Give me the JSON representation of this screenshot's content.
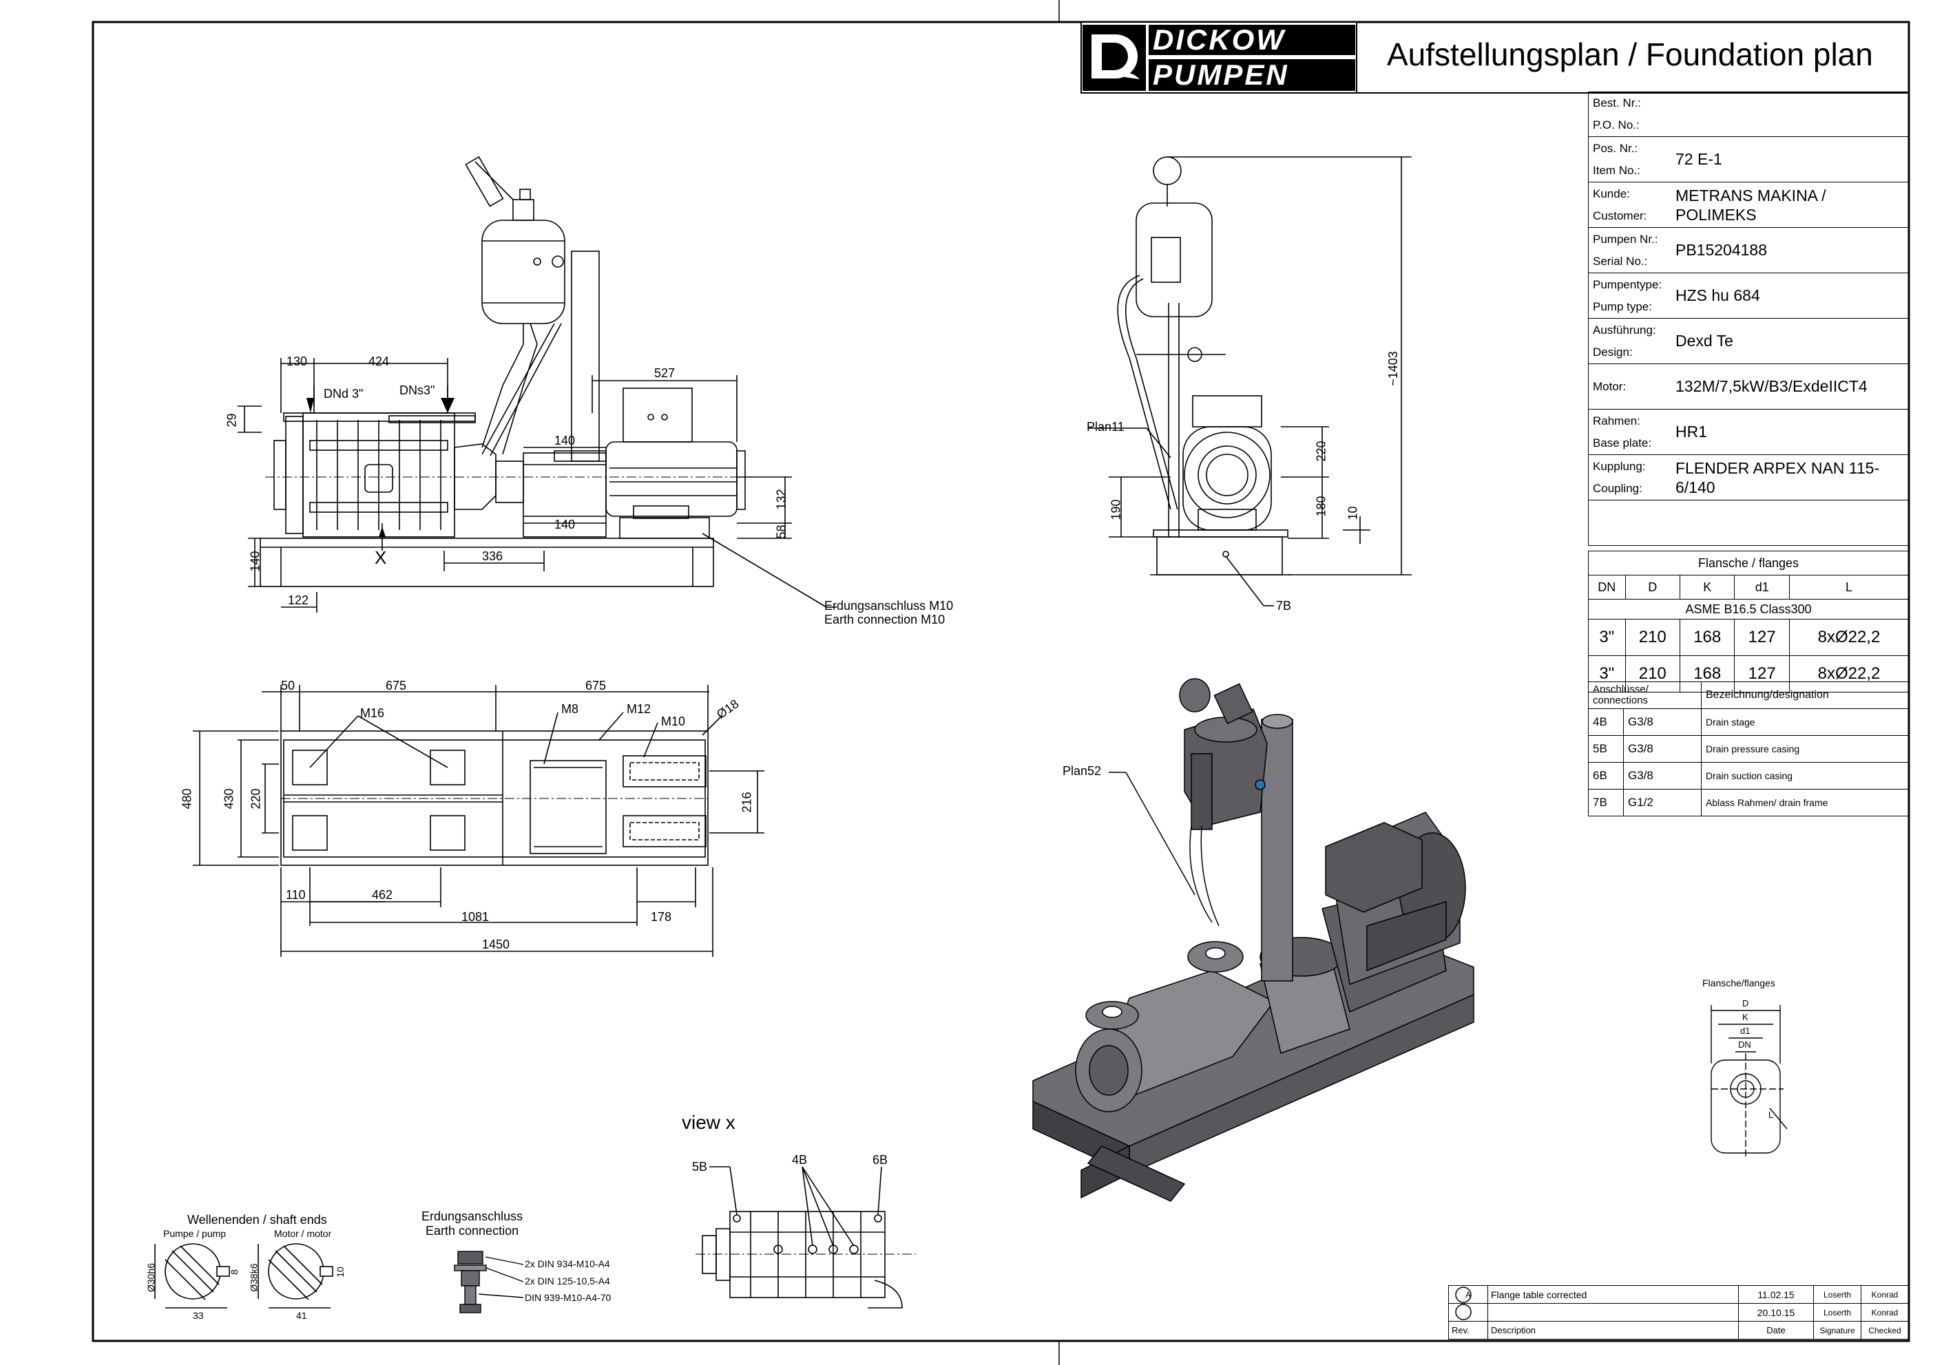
{
  "logo": {
    "line1": "DICKOW",
    "line2": "PUMPEN"
  },
  "title": "Aufstellungsplan / Foundation plan",
  "info_rows": [
    {
      "de": "Best. Nr.:",
      "en": "P.O. No.:",
      "value": ""
    },
    {
      "de": "Pos. Nr.:",
      "en": "Item No.:",
      "value": "72 E-1"
    },
    {
      "de": "Kunde:",
      "en": "Customer:",
      "value": "METRANS MAKINA / POLIMEKS"
    },
    {
      "de": "Pumpen Nr.:",
      "en": "Serial No.:",
      "value": "PB15204188"
    },
    {
      "de": "Pumpentype:",
      "en": "Pump type:",
      "value": "HZS hu 684"
    },
    {
      "de": "Ausführung:",
      "en": "Design:",
      "value": "Dexd Te"
    },
    {
      "de": "Motor:",
      "en": "",
      "value": "132M/7,5kW/B3/ExdeIICT4"
    },
    {
      "de": "Rahmen:",
      "en": "Base plate:",
      "value": "HR1"
    },
    {
      "de": "Kupplung:",
      "en": "Coupling:",
      "value": "FLENDER ARPEX NAN 115-6/140"
    }
  ],
  "flange_table": {
    "title": "Flansche / flanges",
    "headers": [
      "DN",
      "D",
      "K",
      "d1",
      "L"
    ],
    "standard": "ASME B16.5  Class300",
    "rows": [
      [
        "3\"",
        "210",
        "168",
        "127",
        "8xØ22,2"
      ],
      [
        "3\"",
        "210",
        "168",
        "127",
        "8xØ22,2"
      ]
    ]
  },
  "connections": {
    "header1": "Anschlüsse/ connections",
    "header2": "Bezeichnung/designation",
    "rows": [
      {
        "id": "4B",
        "size": "G3/8",
        "desc": "Drain stage"
      },
      {
        "id": "5B",
        "size": "G3/8",
        "desc": "Drain pressure casing"
      },
      {
        "id": "6B",
        "size": "G3/8",
        "desc": "Drain suction casing"
      },
      {
        "id": "7B",
        "size": "G1/2",
        "desc": "Ablass Rahmen/ drain frame"
      }
    ]
  },
  "revisions": {
    "rows": [
      {
        "rev": "A",
        "desc": "Flange table corrected",
        "date": "11.02.15",
        "sig": "Loserth",
        "chk": "Konrad"
      },
      {
        "rev": "",
        "desc": "",
        "date": "20.10.15",
        "sig": "Loserth",
        "chk": "Konrad"
      }
    ],
    "footer": {
      "rev": "Rev.",
      "desc": "Description",
      "date": "Date",
      "sig": "Signature",
      "chk": "Checked"
    }
  },
  "side_view": {
    "dims": [
      "130",
      "424",
      "527",
      "DNd 3\"",
      "DNs3\"",
      "29",
      "140",
      "140",
      "132",
      "58",
      "140",
      "336",
      "122",
      "X"
    ],
    "earth": [
      "Erdungsanschluss M10",
      "Earth connection M10"
    ]
  },
  "front_view": {
    "labels": [
      "Plan11",
      "~1403",
      "220",
      "180",
      "10",
      "190",
      "7B"
    ]
  },
  "base_plan": {
    "dims": [
      "50",
      "675",
      "675",
      "M16",
      "M8",
      "M12",
      "M10",
      "Ø18",
      "480",
      "430",
      "220",
      "216",
      "110",
      "462",
      "1081",
      "178",
      "1450"
    ]
  },
  "iso_view": {
    "label": "Plan52"
  },
  "view_x": {
    "title": "view x",
    "labels": [
      "5B",
      "4B",
      "6B"
    ]
  },
  "shaft": {
    "title": "Wellenenden / shaft ends",
    "pump": "Pumpe / pump",
    "motor": "Motor / motor",
    "dims": [
      "Ø30h6",
      "8",
      "33",
      "Ø38k6",
      "10",
      "41"
    ]
  },
  "earth_detail": {
    "title1": "Erdungsanschluss",
    "title2": "Earth connection",
    "parts": [
      "2x DIN 934-M10-A4",
      "2x DIN 125-10,5-A4",
      "DIN 939-M10-A4-70"
    ]
  },
  "flange_sketch": {
    "title": "Flansche/flanges",
    "labels": [
      "D",
      "K",
      "d1",
      "DN",
      "L"
    ]
  },
  "colors": {
    "ink": "#000000",
    "shade": "#6d6d72",
    "shade_dark": "#3f3f44"
  }
}
